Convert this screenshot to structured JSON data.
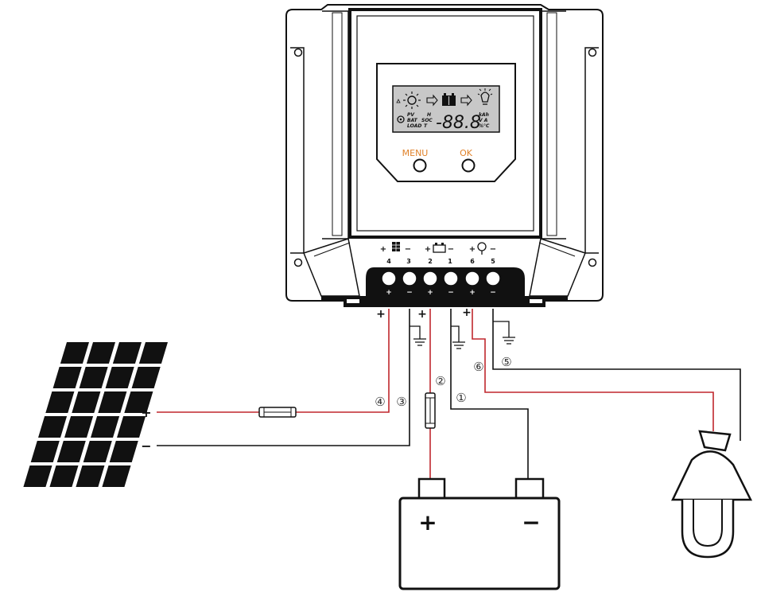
{
  "controller": {
    "buttons": {
      "menu": "MENU",
      "ok": "OK"
    },
    "lcd": {
      "labels": [
        "PV",
        "BAT",
        "LOAD",
        "H",
        "SOC",
        "T"
      ],
      "units": [
        "kAh",
        "V A",
        "%°C"
      ],
      "digits": "-88.8"
    },
    "terminal_numbers": [
      "4",
      "3",
      "2",
      "1",
      "6",
      "5"
    ],
    "terminal_polarity": [
      "+",
      "−",
      "+",
      "−",
      "+",
      "−"
    ],
    "header_signs": {
      "plus": "+",
      "minus": "−"
    }
  },
  "wires": {
    "numbers": [
      "④",
      "③",
      "②",
      "①",
      "⑥",
      "⑤"
    ],
    "tail_signs": [
      "+",
      "+",
      "+"
    ]
  },
  "solar_panel": {
    "plus": "+",
    "minus": "−"
  },
  "battery": {
    "plus": "+",
    "minus": "−"
  },
  "colors": {
    "positive_wire": "#c0272d",
    "negative_wire": "#111111",
    "lcd_bg": "#c8c8c8",
    "button_label": "#e0822a"
  }
}
